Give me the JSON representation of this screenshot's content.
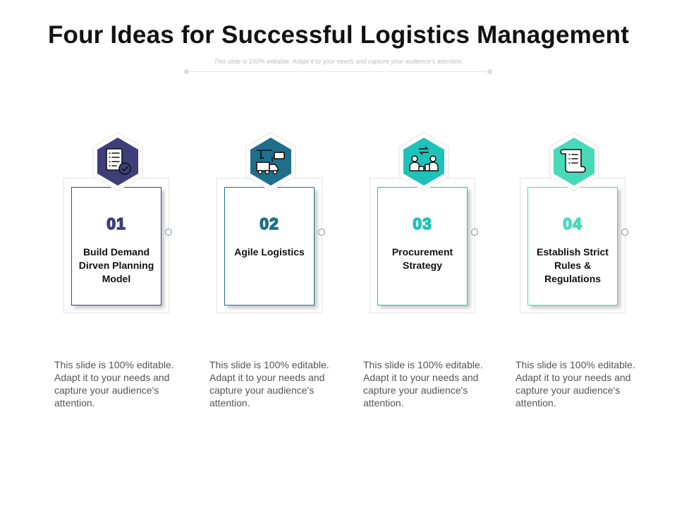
{
  "title": "Four Ideas for Successful Logistics Management",
  "subtitle": "This slide is 100% editable. Adapt it to your needs and capture your audience's attention.",
  "steps": [
    {
      "number": "01",
      "label": "Build Demand Dirven Planning Model",
      "color": "#3f3d7a",
      "icon": "checklist-icon",
      "description": "This slide is 100% editable. Adapt it to your needs and capture your audience's attention."
    },
    {
      "number": "02",
      "label": "Agile Logistics",
      "color": "#1f6f8b",
      "icon": "crane-truck-icon",
      "description": "This slide is 100% editable. Adapt it to your needs and capture your audience's attention."
    },
    {
      "number": "03",
      "label": "Procurement Strategy",
      "color": "#1ec2b8",
      "icon": "people-exchange-icon",
      "description": "This slide is 100% editable. Adapt it to your needs and capture your audience's attention."
    },
    {
      "number": "04",
      "label": "Establish Strict Rules & Regulations",
      "color": "#47d9b8",
      "icon": "scroll-rules-icon",
      "description": "This slide is 100% editable. Adapt it to your needs and capture your audience's attention."
    }
  ]
}
